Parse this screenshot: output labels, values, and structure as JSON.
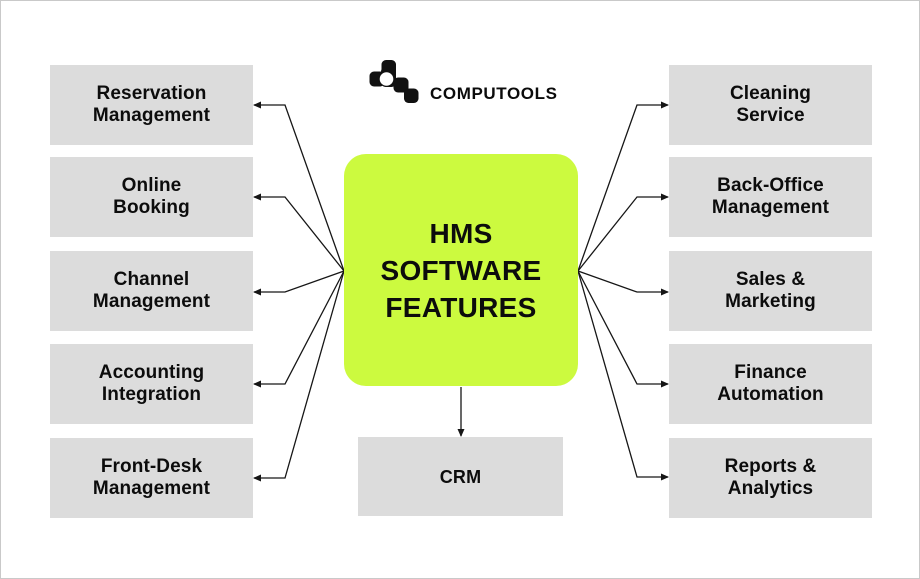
{
  "header": {
    "brand": "COMPUTOOLS"
  },
  "diagram": {
    "title": "HMS\nSOFTWARE\nFEATURES",
    "left_features": [
      "Reservation\nManagement",
      "Online\nBooking",
      "Channel\nManagement",
      "Accounting\nIntegration",
      "Front-Desk\nManagement"
    ],
    "right_features": [
      "Cleaning\nService",
      "Back-Office\nManagement",
      "Sales &\nMarketing",
      "Finance\nAutomation",
      "Reports &\nAnalytics"
    ],
    "bottom_feature": "CRM"
  },
  "icons": {
    "brand_mark": "computools-pixel-blob-icon",
    "connector_arrow": "arrowhead-icon"
  },
  "colors": {
    "accent": "#ccfa3f",
    "node_bg": "#dcdcdc",
    "text": "#0c0c0c",
    "line": "#161616"
  }
}
